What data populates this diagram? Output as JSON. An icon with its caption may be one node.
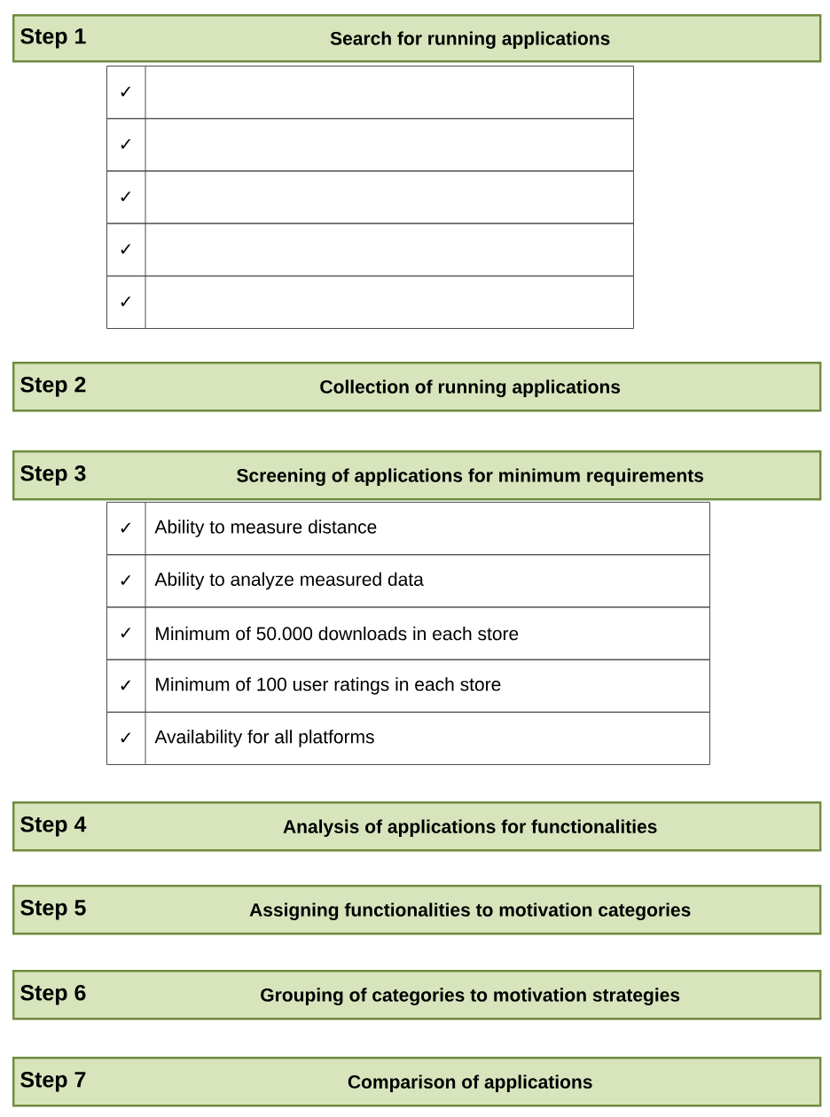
{
  "diagram": {
    "nodes": [
      {
        "text": [
          "Step 1",
          "Search for running applications"
        ]
      },
      {
        "text": [
          "✓"
        ]
      },
      {
        "text": [
          "✓"
        ]
      },
      {
        "text": [
          "✓"
        ]
      },
      {
        "text": [
          "✓"
        ]
      },
      {
        "text": [
          "✓"
        ]
      },
      {
        "text": [
          "Step 2",
          "Collection of running applications"
        ]
      },
      {
        "text": [
          "Step 3",
          "Screening of applications for minimum requirements"
        ]
      },
      {
        "text": [
          "✓",
          "Ability to measure distance"
        ]
      },
      {
        "text": [
          "✓",
          "Ability to analyze measured data"
        ]
      },
      {
        "text": [
          "✓",
          "Minimum of 50.000 downloads in each store"
        ]
      },
      {
        "text": [
          "✓",
          "Minimum of 100 user ratings in each store"
        ]
      },
      {
        "text": [
          "✓",
          "Availability for all platforms"
        ]
      },
      {
        "text": [
          "Step 4",
          "Analysis of applications for functionalities"
        ]
      },
      {
        "text": [
          "Step 5",
          "Assigning functionalities to motivation categories"
        ]
      },
      {
        "text": [
          "Step 6",
          "Grouping of categories to motivation strategies"
        ]
      },
      {
        "text": [
          "Step 7",
          "Comparison of applications"
        ]
      }
    ]
  }
}
